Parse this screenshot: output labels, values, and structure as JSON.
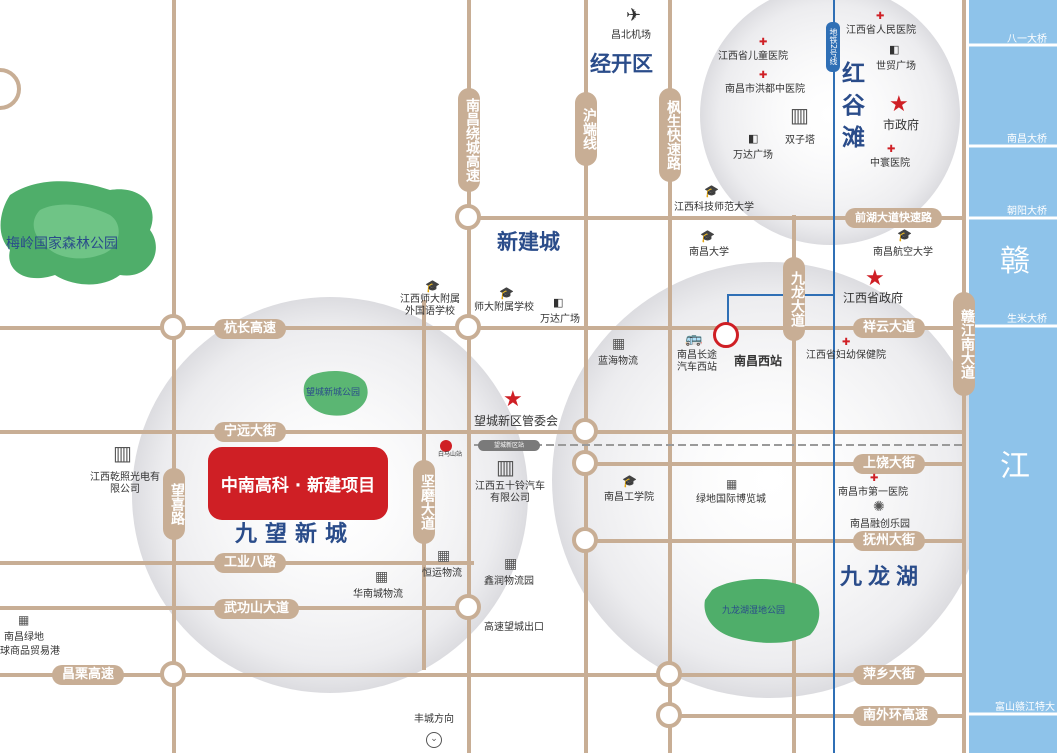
{
  "project": {
    "name": "中南高科 · 新建项目"
  },
  "districts": {
    "jingkai": "经开区",
    "xinjiancheng": "新建城",
    "jiuwang": "九望新城",
    "hongguitan": "红谷滩",
    "jiulonghu": "九龙湖"
  },
  "river": {
    "name_top": "赣",
    "name_bottom": "江",
    "bridges": [
      "八一大桥",
      "南昌大桥",
      "朝阳大桥",
      "生米大桥",
      "富山赣江特大"
    ]
  },
  "roads": {
    "nanchang_ring": "南昌绕城高速",
    "huduan": "沪端线",
    "fengsheng": "枫生快速路",
    "jiulong_avenue": "九龙大道",
    "ganjiang_south": "赣江南大道",
    "wangxi": "望喜路",
    "jianmo": "坚磨大道",
    "hangchang": "杭长高速",
    "ningyuan": "宁远大街",
    "gongye8": "工业八路",
    "wugongshan": "武功山大道",
    "changli": "昌栗高速",
    "qianhu_express": "前湖大道快速路",
    "xiangyun": "祥云大道",
    "shangrao": "上饶大街",
    "fuzhou": "抚州大街",
    "pingxiang": "萍乡大街",
    "south_outer": "南外环高速",
    "metro_line": "地铁2号线"
  },
  "parks": {
    "meiling": "梅岭国家森林公园",
    "wangcheng": "望城新城公园",
    "jiulonghu": "九龙湖湿地公园"
  },
  "pois": {
    "airport": "昌北机场",
    "provincial_hospital": "江西省人民医院",
    "children_hospital": "江西省儿童医院",
    "hongdu_tcm": "南昌市洪都中医院",
    "world_trade": "世贸广场",
    "city_gov": "市政府",
    "twin_tower": "双子塔",
    "wanda_hgt": "万达广场",
    "zhongshou": "中寰医院",
    "normal_univ_sci": "江西科技师范大学",
    "nanchang_univ": "南昌大学",
    "aviation_univ": "南昌航空大学",
    "provincial_gov": "江西省政府",
    "maternal_hospital": "江西省妇幼保健院",
    "nanchang_west": "南昌西站",
    "bus_west": "南昌长途汽车西站",
    "lanhai": "蓝海物流",
    "foreign_school": "江西师大附属外国语学校",
    "normal_school": "师大附属学校",
    "wanda_xj": "万达广场",
    "wangcheng_committee": "望城新区管委会",
    "jmc": "江西五十铃汽车有限公司",
    "qianzhao": "江西乾照光电有限公司",
    "hengyun": "恒运物流",
    "huanan": "华南城物流",
    "xinrun": "鑫润物流园",
    "expressway_exit": "高速望城出口",
    "nc_greenland": "南昌绿地",
    "trade_port": "球商品贸易港",
    "institute_tech": "南昌工学院",
    "greenland_expo": "绿地国际博览城",
    "first_hospital": "南昌市第一医院",
    "rongchuang": "南昌融创乐园",
    "fengcheng": "丰城方向",
    "baima_station": "白马山站",
    "metro_station_small": "望城新区站"
  }
}
